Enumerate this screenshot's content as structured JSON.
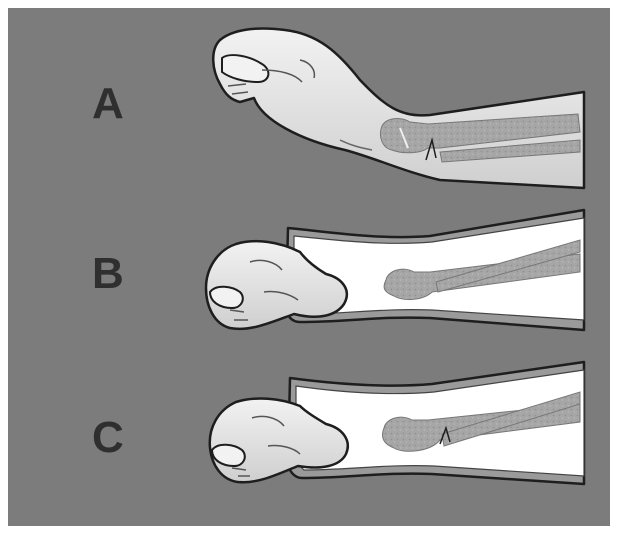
{
  "panels": [
    {
      "label": "A"
    },
    {
      "label": "B"
    },
    {
      "label": "C"
    }
  ],
  "colors": {
    "background": "#7c7c7c",
    "frame": "#ffffff",
    "skin": "#e6e6e6",
    "skin_shadow": "#bdbdbd",
    "outline": "#1e1e1e",
    "bone": "#a6a6a6",
    "cast_padding": "#ffffff",
    "cast_shell": "#9a9a9a",
    "label": "#2f2f2f"
  }
}
